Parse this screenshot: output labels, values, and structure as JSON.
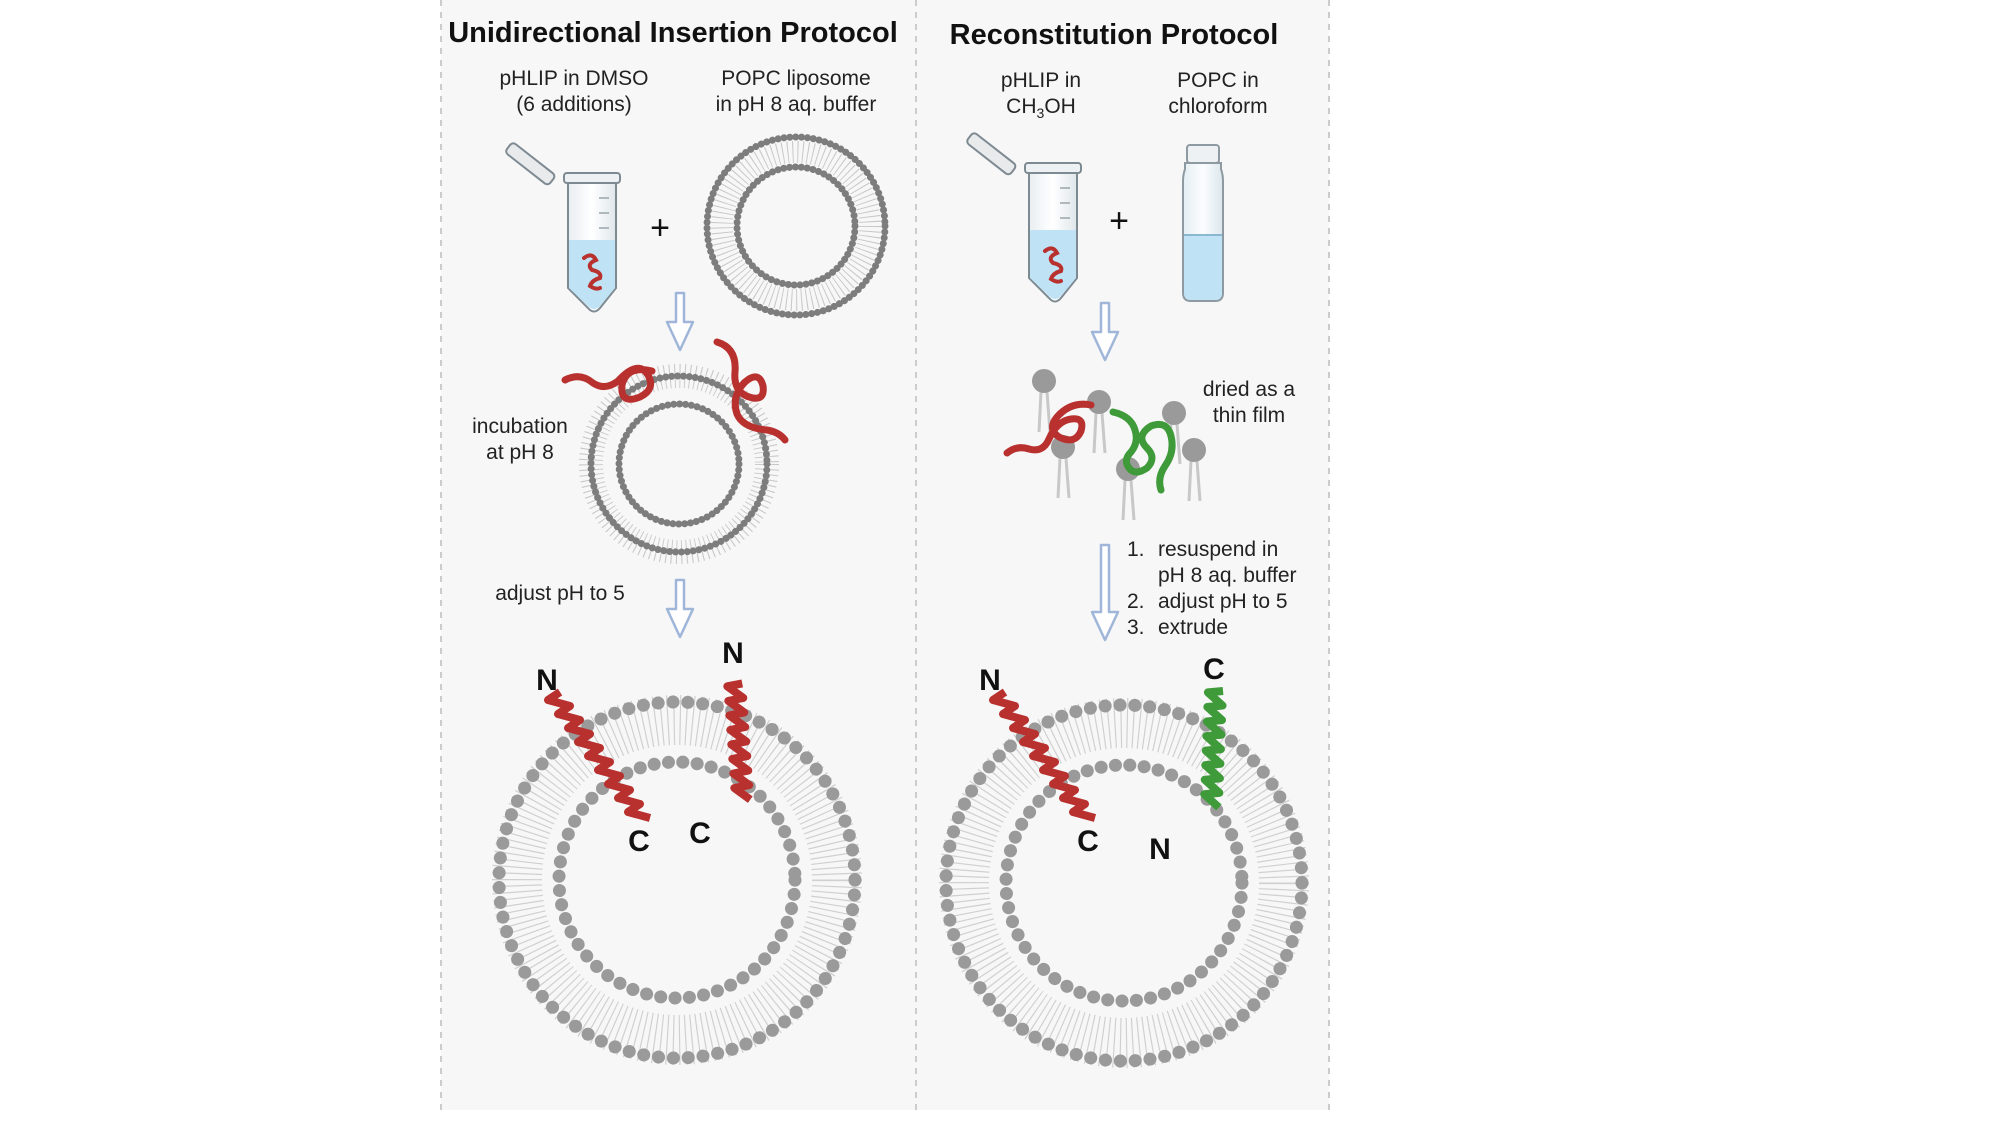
{
  "left_panel": {
    "title": "Unidirectional Insertion Protocol",
    "reagent_1": {
      "line1": "pHLIP in DMSO",
      "line2": "(6 additions)"
    },
    "reagent_2": {
      "line1": "POPC liposome",
      "line2": "in pH 8 aq. buffer"
    },
    "plus": "+",
    "step_1": {
      "line1": "incubation",
      "line2": "at pH 8"
    },
    "step_2": "adjust pH to 5",
    "termini": {
      "left_top": "N",
      "left_bottom": "C",
      "right_top": "N",
      "right_bottom": "C"
    }
  },
  "right_panel": {
    "title": "Reconstitution Protocol",
    "reagent_1": {
      "line1": "pHLIP in",
      "line2_main": "CH",
      "line2_sub": "3",
      "line2_rest": "OH"
    },
    "reagent_2": {
      "line1": "POPC in",
      "line2": "chloroform"
    },
    "plus": "+",
    "step_1": {
      "line1": "dried as a",
      "line2": "thin film"
    },
    "steps": [
      {
        "num": "1.",
        "line1": "resuspend in",
        "line2": "pH 8 aq. buffer"
      },
      {
        "num": "2.",
        "line1": "adjust pH to 5"
      },
      {
        "num": "3.",
        "line1": "extrude"
      }
    ],
    "termini": {
      "red_top": "N",
      "red_bottom": "C",
      "green_top": "C",
      "green_bottom": "N"
    }
  },
  "colors": {
    "pHLIP_red": "#b8312f",
    "pHLIP_green": "#3f9a3a",
    "lipid_head": "#8c8c8c",
    "arrow": "#9fb6d9",
    "buffer_blue": "#bfe3f4",
    "divider": "#cccccc"
  }
}
